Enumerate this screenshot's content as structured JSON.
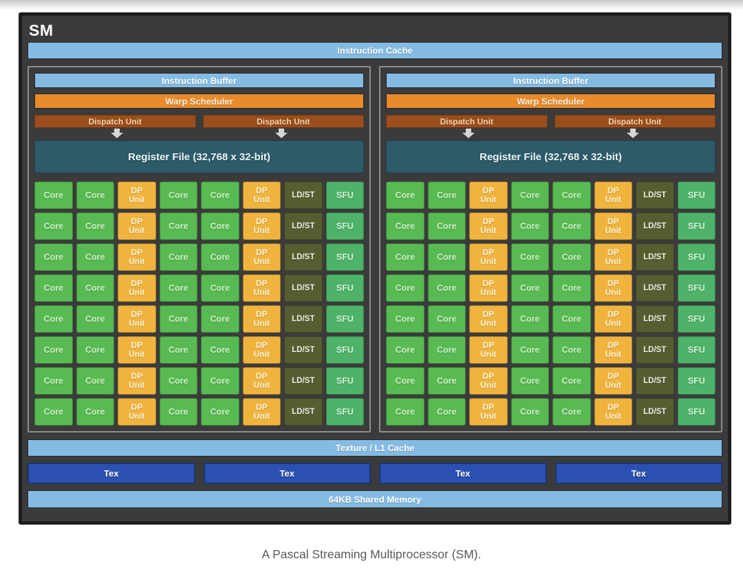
{
  "diagram": {
    "title": "SM",
    "instruction_cache": "Instruction Cache",
    "partitions": [
      {
        "instruction_buffer": "Instruction Buffer",
        "warp_scheduler": "Warp Scheduler",
        "dispatch_units": [
          "Dispatch Unit",
          "Dispatch Unit"
        ],
        "register_file": "Register File (32,768 x 32-bit)"
      },
      {
        "instruction_buffer": "Instruction Buffer",
        "warp_scheduler": "Warp Scheduler",
        "dispatch_units": [
          "Dispatch Unit",
          "Dispatch Unit"
        ],
        "register_file": "Register File (32,768 x 32-bit)"
      }
    ],
    "grid": {
      "rows": 8,
      "columns": [
        {
          "label": "Core",
          "type": "core"
        },
        {
          "label": "Core",
          "type": "core"
        },
        {
          "label": "DP Unit",
          "type": "dp"
        },
        {
          "label": "Core",
          "type": "core"
        },
        {
          "label": "Core",
          "type": "core"
        },
        {
          "label": "DP Unit",
          "type": "dp"
        },
        {
          "label": "LD/ST",
          "type": "ldst"
        },
        {
          "label": "SFU",
          "type": "sfu"
        }
      ]
    },
    "texture_l1_cache": "Texture / L1 Cache",
    "tex_units": [
      "Tex",
      "Tex",
      "Tex",
      "Tex"
    ],
    "shared_memory": "64KB Shared Memory"
  },
  "caption": "A Pascal Streaming Multiprocessor (SM).",
  "colors": {
    "container_bg": "#3b3b3b",
    "container_border": "#1e1e1e",
    "partition_border": "#8f8f8f",
    "light_blue": "#84bbe3",
    "orange": "#e98a2b",
    "brown": "#9b4e1d",
    "register_teal": "#2d5b69",
    "core_green": "#58ba52",
    "dp_amber": "#f0b43e",
    "ldst_olive": "#575d31",
    "sfu_green": "#4fb269",
    "tex_blue": "#2a50b2"
  }
}
